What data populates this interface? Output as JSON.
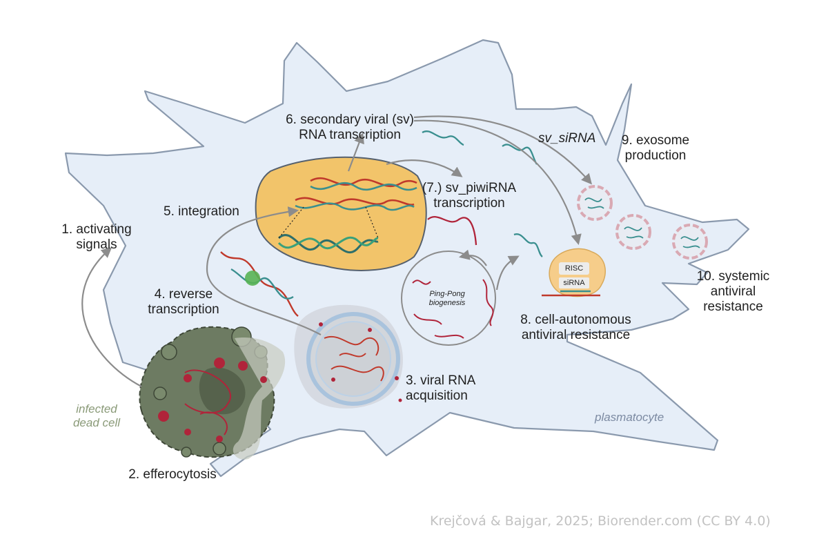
{
  "labels": {
    "step1": "1. activating\nsignals",
    "step2": "2. efferocytosis",
    "step3": "3. viral RNA\nacquisition",
    "step4": "4. reverse\ntranscription",
    "step5": "5. integration",
    "step6": "6. secondary viral (sv)\nRNA transcription",
    "step7": "(7.) sv_piwiRNA\ntranscription",
    "step8": "8. cell-autonomous\nantiviral resistance",
    "step9": "9. exosome\nproduction",
    "step10": "10. systemic\nantiviral\nresistance",
    "sv_sirna": "sv_siRNA",
    "ping_pong": "Ping-Pong\nbiogenesis",
    "risc": "RISC",
    "sirna": "siRNA",
    "infected_dead_cell": "infected\ndead cell",
    "plasmatocyte": "plasmatocyte"
  },
  "credit": "Krejčová & Bajgar, 2025; Biorender.com (CC BY 4.0)",
  "colors": {
    "cell_fill": "#e6eef8",
    "cell_stroke": "#8a99ad",
    "nucleus_fill": "#f2c46a",
    "dead_cell_fill": "#6d7b62",
    "virus": "#b0243a",
    "rna_red": "#c0392b",
    "rna_teal": "#3a8f8f",
    "arrow": "#8c8c8c"
  }
}
